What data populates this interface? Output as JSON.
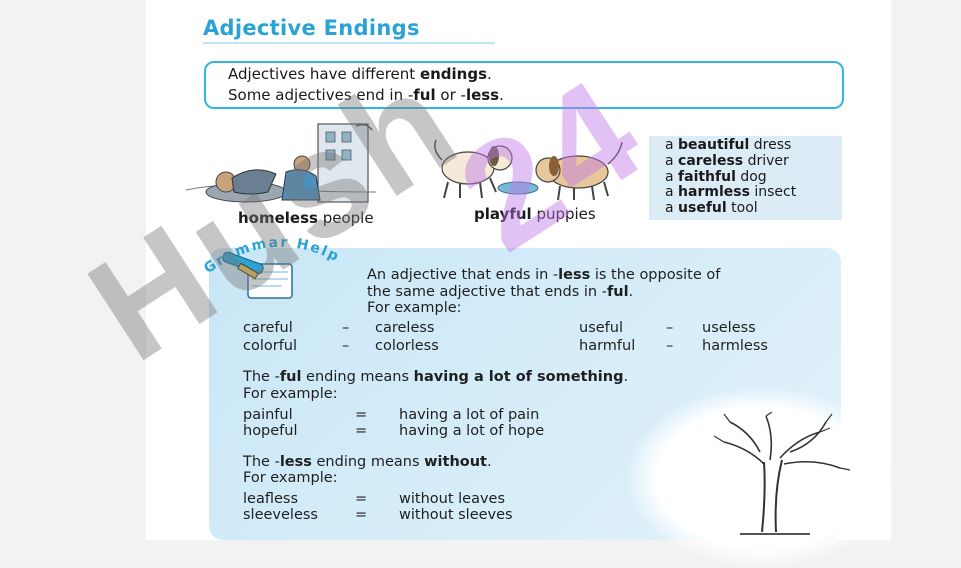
{
  "title": "Adjective Endings",
  "intro": {
    "line1_pre": "Adjectives have different ",
    "line1_bold": "endings",
    "line1_post": ".",
    "line2_pre": "Some adjectives end in -",
    "line2_bold1": "ful",
    "line2_mid": " or -",
    "line2_bold2": "less",
    "line2_post": "."
  },
  "pictures": [
    {
      "bold": "homeless",
      "rest": " people"
    },
    {
      "bold": "playful",
      "rest": " puppies"
    }
  ],
  "examples": [
    {
      "article": "a ",
      "bold": "beautiful",
      "rest": " dress"
    },
    {
      "article": "a ",
      "bold": "careless",
      "rest": " driver"
    },
    {
      "article": "a ",
      "bold": "faithful",
      "rest": " dog"
    },
    {
      "article": "a ",
      "bold": "harmless",
      "rest": " insect"
    },
    {
      "article": "a ",
      "bold": "useful",
      "rest": " tool"
    }
  ],
  "grammar_help": {
    "badge": "Grammar Help",
    "para1_line1_pre": "An adjective that ends in -",
    "para1_line1_bold": "less",
    "para1_line1_post": " is the opposite of",
    "para1_line2_pre": "the same adjective that ends in -",
    "para1_line2_bold": "ful",
    "para1_line2_post": ".",
    "for_example": "For example:",
    "opposites": [
      {
        "a": "careful",
        "b": "careless"
      },
      {
        "a": "colorful",
        "b": "colorless"
      },
      {
        "a": "useful",
        "b": "useless"
      },
      {
        "a": "harmful",
        "b": "harmless"
      }
    ],
    "dash": "–",
    "ful_pre": "The -",
    "ful_bold": "ful",
    "ful_mid": " ending means ",
    "ful_bold2": "having a lot of something",
    "ful_post": ".",
    "ful_examples": [
      {
        "word": "painful",
        "meaning": "having a lot of pain"
      },
      {
        "word": "hopeful",
        "meaning": "having a lot of hope"
      }
    ],
    "equals": "=",
    "less_pre": "The -",
    "less_bold": "less",
    "less_mid": " ending means ",
    "less_bold2": "without",
    "less_post": ".",
    "less_examples": [
      {
        "word": "leafless",
        "meaning": "without leaves"
      },
      {
        "word": "sleeveless",
        "meaning": "without sleeves"
      }
    ]
  },
  "watermark": {
    "gray": "Hush",
    "purple": "24"
  },
  "colors": {
    "title": "#2aa3d4",
    "box_border": "#33b5e5",
    "panel": "#c9e6f6",
    "examples_bg": "#dcecf7"
  }
}
